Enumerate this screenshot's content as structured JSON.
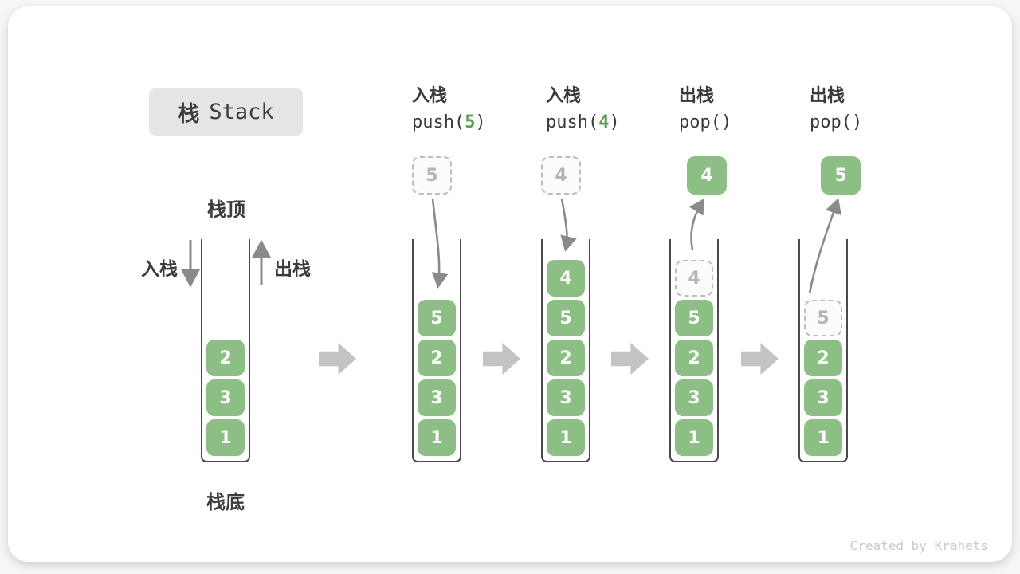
{
  "title": {
    "zh": "栈",
    "en": "Stack"
  },
  "side_labels": {
    "stack_top": "栈顶",
    "stack_bottom": "栈底",
    "push": "入栈",
    "pop": "出栈"
  },
  "watermark": "Created by Krahets",
  "colors": {
    "item_green": "#8cbf84",
    "arg_green": "#5aa050",
    "thin_arrow_gray": "#8a8a8a",
    "block_arrow_gray": "#c3c3c3",
    "ghost_gray": "#bdbdbd",
    "title_chip_bg": "#e5e5e5"
  },
  "steps": [
    {
      "label_zh": "入栈",
      "code_open": "push(",
      "arg": "5",
      "code_close": ")",
      "floating_value": "5",
      "floating_variant": "ghost"
    },
    {
      "label_zh": "入栈",
      "code_open": "push(",
      "arg": "4",
      "code_close": ")",
      "floating_value": "4",
      "floating_variant": "ghost"
    },
    {
      "label_zh": "出栈",
      "code_open": "pop(",
      "arg": "",
      "code_close": ")",
      "floating_value": "4",
      "floating_variant": "solid"
    },
    {
      "label_zh": "出栈",
      "code_open": "pop(",
      "arg": "",
      "code_close": ")",
      "floating_value": "5",
      "floating_variant": "solid"
    }
  ],
  "stacks": [
    {
      "name": "initial",
      "items": [
        "2",
        "3",
        "1"
      ]
    },
    {
      "name": "after-push5",
      "items": [
        "5",
        "2",
        "3",
        "1"
      ]
    },
    {
      "name": "after-push4",
      "items": [
        "4",
        "5",
        "2",
        "3",
        "1"
      ]
    },
    {
      "name": "pop-4",
      "items": [
        "4",
        "5",
        "2",
        "3",
        "1"
      ]
    },
    {
      "name": "pop-5",
      "items": [
        "5",
        "2",
        "3",
        "1"
      ]
    }
  ]
}
